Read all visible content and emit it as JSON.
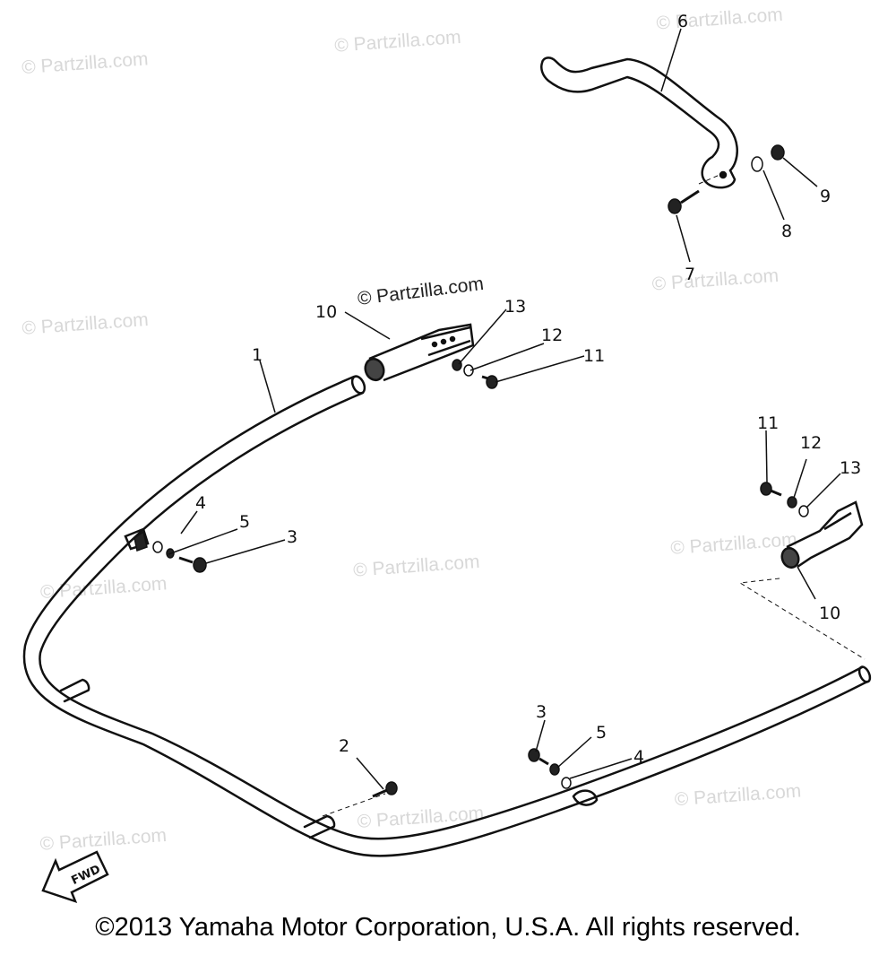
{
  "watermark_text": "© Partzilla.com",
  "labels": {
    "p1": "1",
    "p2": "2",
    "p3a": "3",
    "p4a": "4",
    "p5a": "5",
    "p3b": "3",
    "p4b": "4",
    "p5b": "5",
    "p6": "6",
    "p7": "7",
    "p8": "8",
    "p9": "9",
    "p10a": "10",
    "p11a": "11",
    "p12a": "12",
    "p13a": "13",
    "p10b": "10",
    "p11b": "11",
    "p12b": "12",
    "p13b": "13"
  },
  "fwd_label": "FWD",
  "copyright": "©2013 Yamaha Motor Corporation, U.S.A. All rights reserved."
}
